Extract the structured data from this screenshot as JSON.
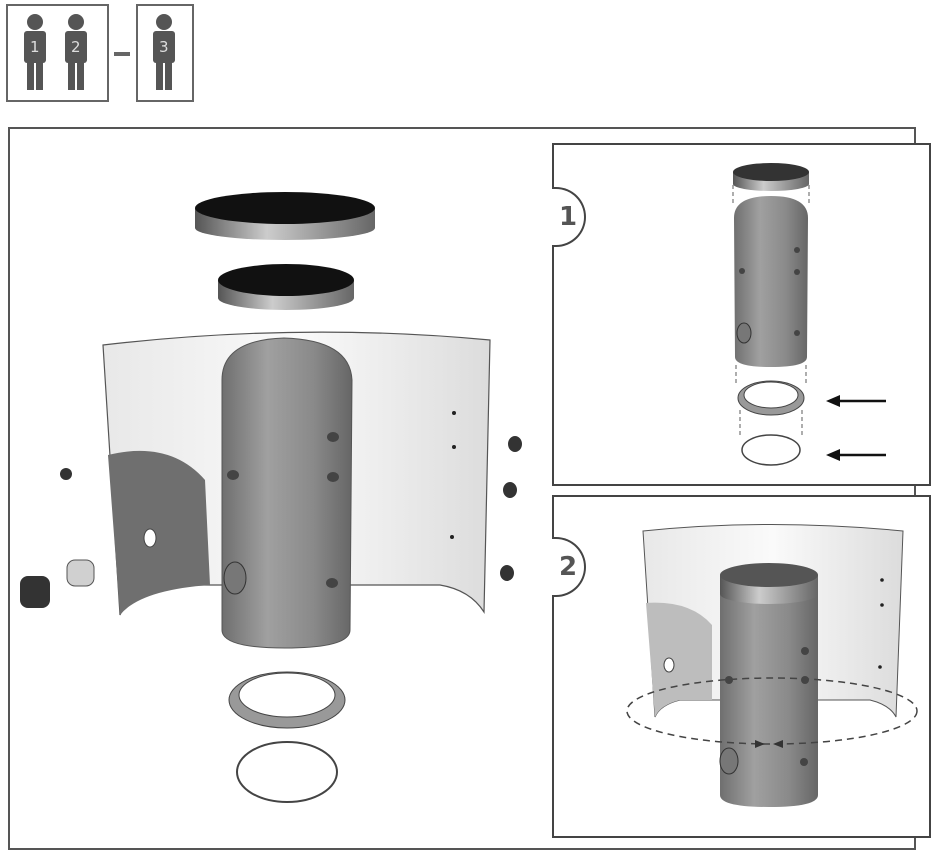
{
  "header": {
    "group_a": {
      "people": [
        {
          "label": "1"
        },
        {
          "label": "2"
        }
      ]
    },
    "separator": "–",
    "group_b": {
      "people": [
        {
          "label": "3"
        }
      ]
    },
    "meaning": "2 persons required, optional 3rd"
  },
  "main_view": {
    "parts": [
      "top-cover-lid",
      "top-insulation-disc",
      "insulation-jacket-half",
      "water-tank",
      "pipe-caps",
      "bottom-insulation-ring",
      "bottom-disc"
    ]
  },
  "steps": [
    {
      "number": "1",
      "description": "Place top disc on tank; fit bottom ring and bottom disc",
      "arrows": 2
    },
    {
      "number": "2",
      "description": "Wrap insulation jacket around tank",
      "arrows": 2
    }
  ],
  "colors": {
    "tank": "#8a8a8a",
    "lid": "#111111",
    "frame": "#444444",
    "icon": "#555555"
  }
}
